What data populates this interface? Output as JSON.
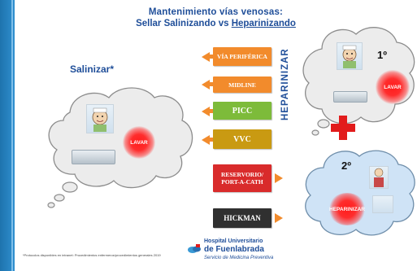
{
  "title": {
    "line1": "Mantenimiento vías venosas:",
    "line2_pre": "Sellar Salinizando vs ",
    "line2_underlined": "Heparinizando"
  },
  "left": {
    "label": "Salinizar*",
    "ball_text": "LAVAR"
  },
  "center": {
    "items": [
      {
        "label": "VÍA PERIFÉRICA",
        "color": "#f28b2c"
      },
      {
        "label": "MIDLINE",
        "color": "#f28b2c"
      },
      {
        "label": "PICC",
        "color": "#7dbb3a"
      },
      {
        "label": "VVC",
        "color": "#c99a12"
      },
      {
        "label": "RESERVORIO/ PORT-A-CATH",
        "color": "#d92b2b"
      },
      {
        "label": "HICKMAN",
        "color": "#303030"
      }
    ],
    "vertical_label": "HEPARINIZAR"
  },
  "right": {
    "step1": "1º",
    "step1_ball": "LAVAR",
    "step2": "2º",
    "step2_ball": "HEPARINIZAR"
  },
  "footer": {
    "note": "*Protocolos disponibles en intranet: Procedimientos enfermeros/procedimientos generales 2019",
    "hospital_line1": "Hospital Universitario",
    "hospital_line2": "de Fuenlabrada",
    "hospital_line3": "Servicio de Medicina Preventiva"
  },
  "colors": {
    "background": "#2a86c3",
    "title": "#1f4e99",
    "plus": "#e21c1c",
    "arrow": "#f28b2c",
    "cloud_right_bottom": "#cfe3f6"
  }
}
